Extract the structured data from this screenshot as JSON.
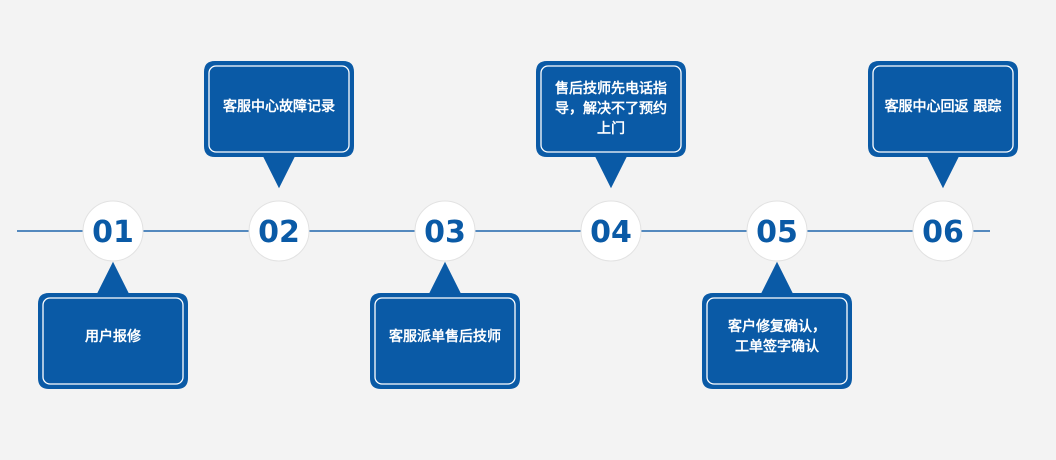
{
  "colors": {
    "box_fill": "#0a5aa6",
    "box_border": "#ffffff",
    "timeline": "#1f66ad",
    "circle_fill": "#ffffff",
    "number": "#0a5aa6",
    "background": "#f3f3f3"
  },
  "steps": [
    {
      "number": "01",
      "lines": [
        "用户报修"
      ],
      "position": "below"
    },
    {
      "number": "02",
      "lines": [
        "客服中心故障记录"
      ],
      "position": "above"
    },
    {
      "number": "03",
      "lines": [
        "客服派单售后技师"
      ],
      "position": "below"
    },
    {
      "number": "04",
      "lines": [
        "售后技师先电话指",
        "导，解决不了预约",
        "上门"
      ],
      "position": "above"
    },
    {
      "number": "05",
      "lines": [
        "客户修复确认，",
        "工单签字确认"
      ],
      "position": "below"
    },
    {
      "number": "06",
      "lines": [
        "客服中心回返 跟踪"
      ],
      "position": "above"
    }
  ]
}
